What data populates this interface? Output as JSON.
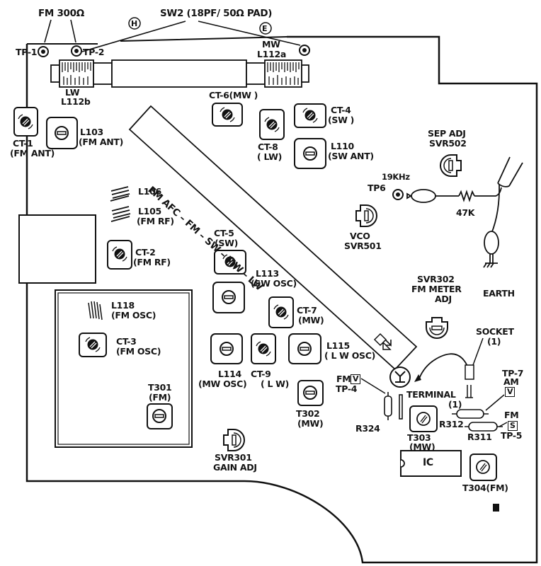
{
  "title": "Alignment point layout (PCB component side)",
  "top": {
    "fm_antenna": "FM  300Ω",
    "sw2": "SW2 (18PF/ 50Ω PAD)",
    "h_mark": "H",
    "e_mark": "E",
    "tp1": "TP-1",
    "tp2": "TP-2",
    "mw_label": "MW",
    "l112a": "L112a",
    "lw_label": "LW",
    "l112b": "L112b"
  },
  "band_strip": "FM AFC – FM – SW – MW – LW",
  "components": {
    "ct1": [
      "CT-1",
      "(FM ANT)"
    ],
    "l103": [
      "L103",
      "(FM ANT)"
    ],
    "ct6": [
      "CT-6(MW )"
    ],
    "ct8": [
      "CT-8",
      "( LW)"
    ],
    "ct4": [
      "CT-4",
      "(SW )"
    ],
    "l110": [
      "L110",
      "(SW  ANT)"
    ],
    "l106": [
      "L106"
    ],
    "l105": [
      "L105",
      "(FM RF)"
    ],
    "ct2": [
      "CT-2",
      "(FM  RF)"
    ],
    "sep_adj": [
      "SEP ADJ",
      "SVR502"
    ],
    "tp6": [
      "19KHz",
      "TP6"
    ],
    "r47k": "47K",
    "vco": [
      "VCO",
      "SVR501"
    ],
    "earth": "EARTH",
    "ct5": [
      "CT-5",
      "(SW)"
    ],
    "l113": [
      "L113",
      "(SW OSC)"
    ],
    "ct7": [
      "CT-7",
      "(MW)"
    ],
    "svr302": [
      "SVR302",
      "FM METER",
      "ADJ"
    ],
    "l118": [
      "L118",
      "(FM OSC)"
    ],
    "ct3": [
      "CT-3",
      "(FM OSC)"
    ],
    "t301": [
      "T301",
      "(FM)"
    ],
    "l114": [
      "L114",
      "(MW OSC)"
    ],
    "ct9": [
      "CT-9",
      "( L W)"
    ],
    "l115": [
      "L115",
      "( L W OSC)"
    ],
    "socket": [
      "SOCKET",
      "(1)"
    ],
    "tp4": [
      "FM",
      "V",
      "TP-4"
    ],
    "terminal": [
      "TERMINAL",
      "(1)"
    ],
    "tp7": [
      "TP-7",
      "AM",
      "V"
    ],
    "t302": [
      "T302",
      "(MW)"
    ],
    "r324": "R324",
    "t303": [
      "T303",
      "(MW)"
    ],
    "r312": "R312",
    "r311": "R311",
    "tp5": [
      "FM",
      "S",
      "TP-5"
    ],
    "svr301": [
      "SVR301",
      "GAIN  ADJ"
    ],
    "ic": "IC",
    "t304": "T304(FM)"
  }
}
